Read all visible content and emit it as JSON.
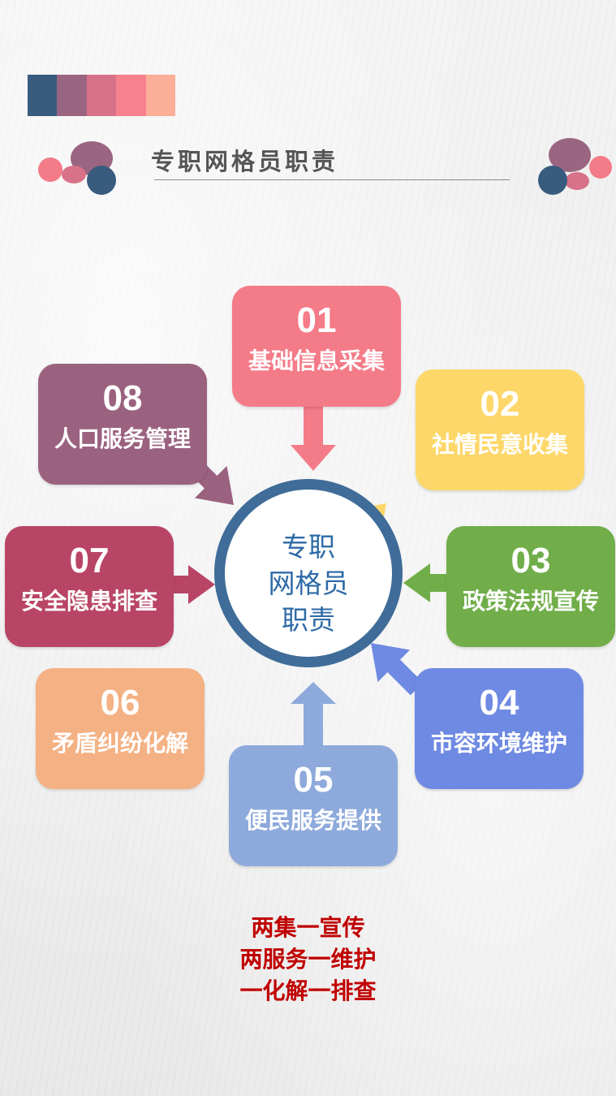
{
  "colors": {
    "palette": [
      "#385b7e",
      "#9a6581",
      "#d87289",
      "#f7818d",
      "#fbae98"
    ],
    "center_ring": "#3f6c98",
    "center_text": "#2e6aa6",
    "summary_text": "#c00000",
    "title_text": "#555555"
  },
  "header": {
    "title": "专职网格员职责"
  },
  "center": {
    "lines": [
      "专职",
      "网格员",
      "职责"
    ]
  },
  "duties": [
    {
      "number": "01",
      "label": "基础信息采集",
      "color": "#f47b88"
    },
    {
      "number": "02",
      "label": "社情民意收集",
      "color": "#fdd76a"
    },
    {
      "number": "03",
      "label": "政策法规宣传",
      "color": "#71ae4a"
    },
    {
      "number": "04",
      "label": "市容环境维护",
      "color": "#6f8ae3"
    },
    {
      "number": "05",
      "label": "便民服务提供",
      "color": "#8eaadc"
    },
    {
      "number": "06",
      "label": "矛盾纠纷化解",
      "color": "#f4b183"
    },
    {
      "number": "07",
      "label": "安全隐患排查",
      "color": "#b94566"
    },
    {
      "number": "08",
      "label": "人口服务管理",
      "color": "#9b6280"
    }
  ],
  "summary": {
    "lines": [
      "两集一宣传",
      "两服务一维护",
      "一化解一排查"
    ]
  }
}
